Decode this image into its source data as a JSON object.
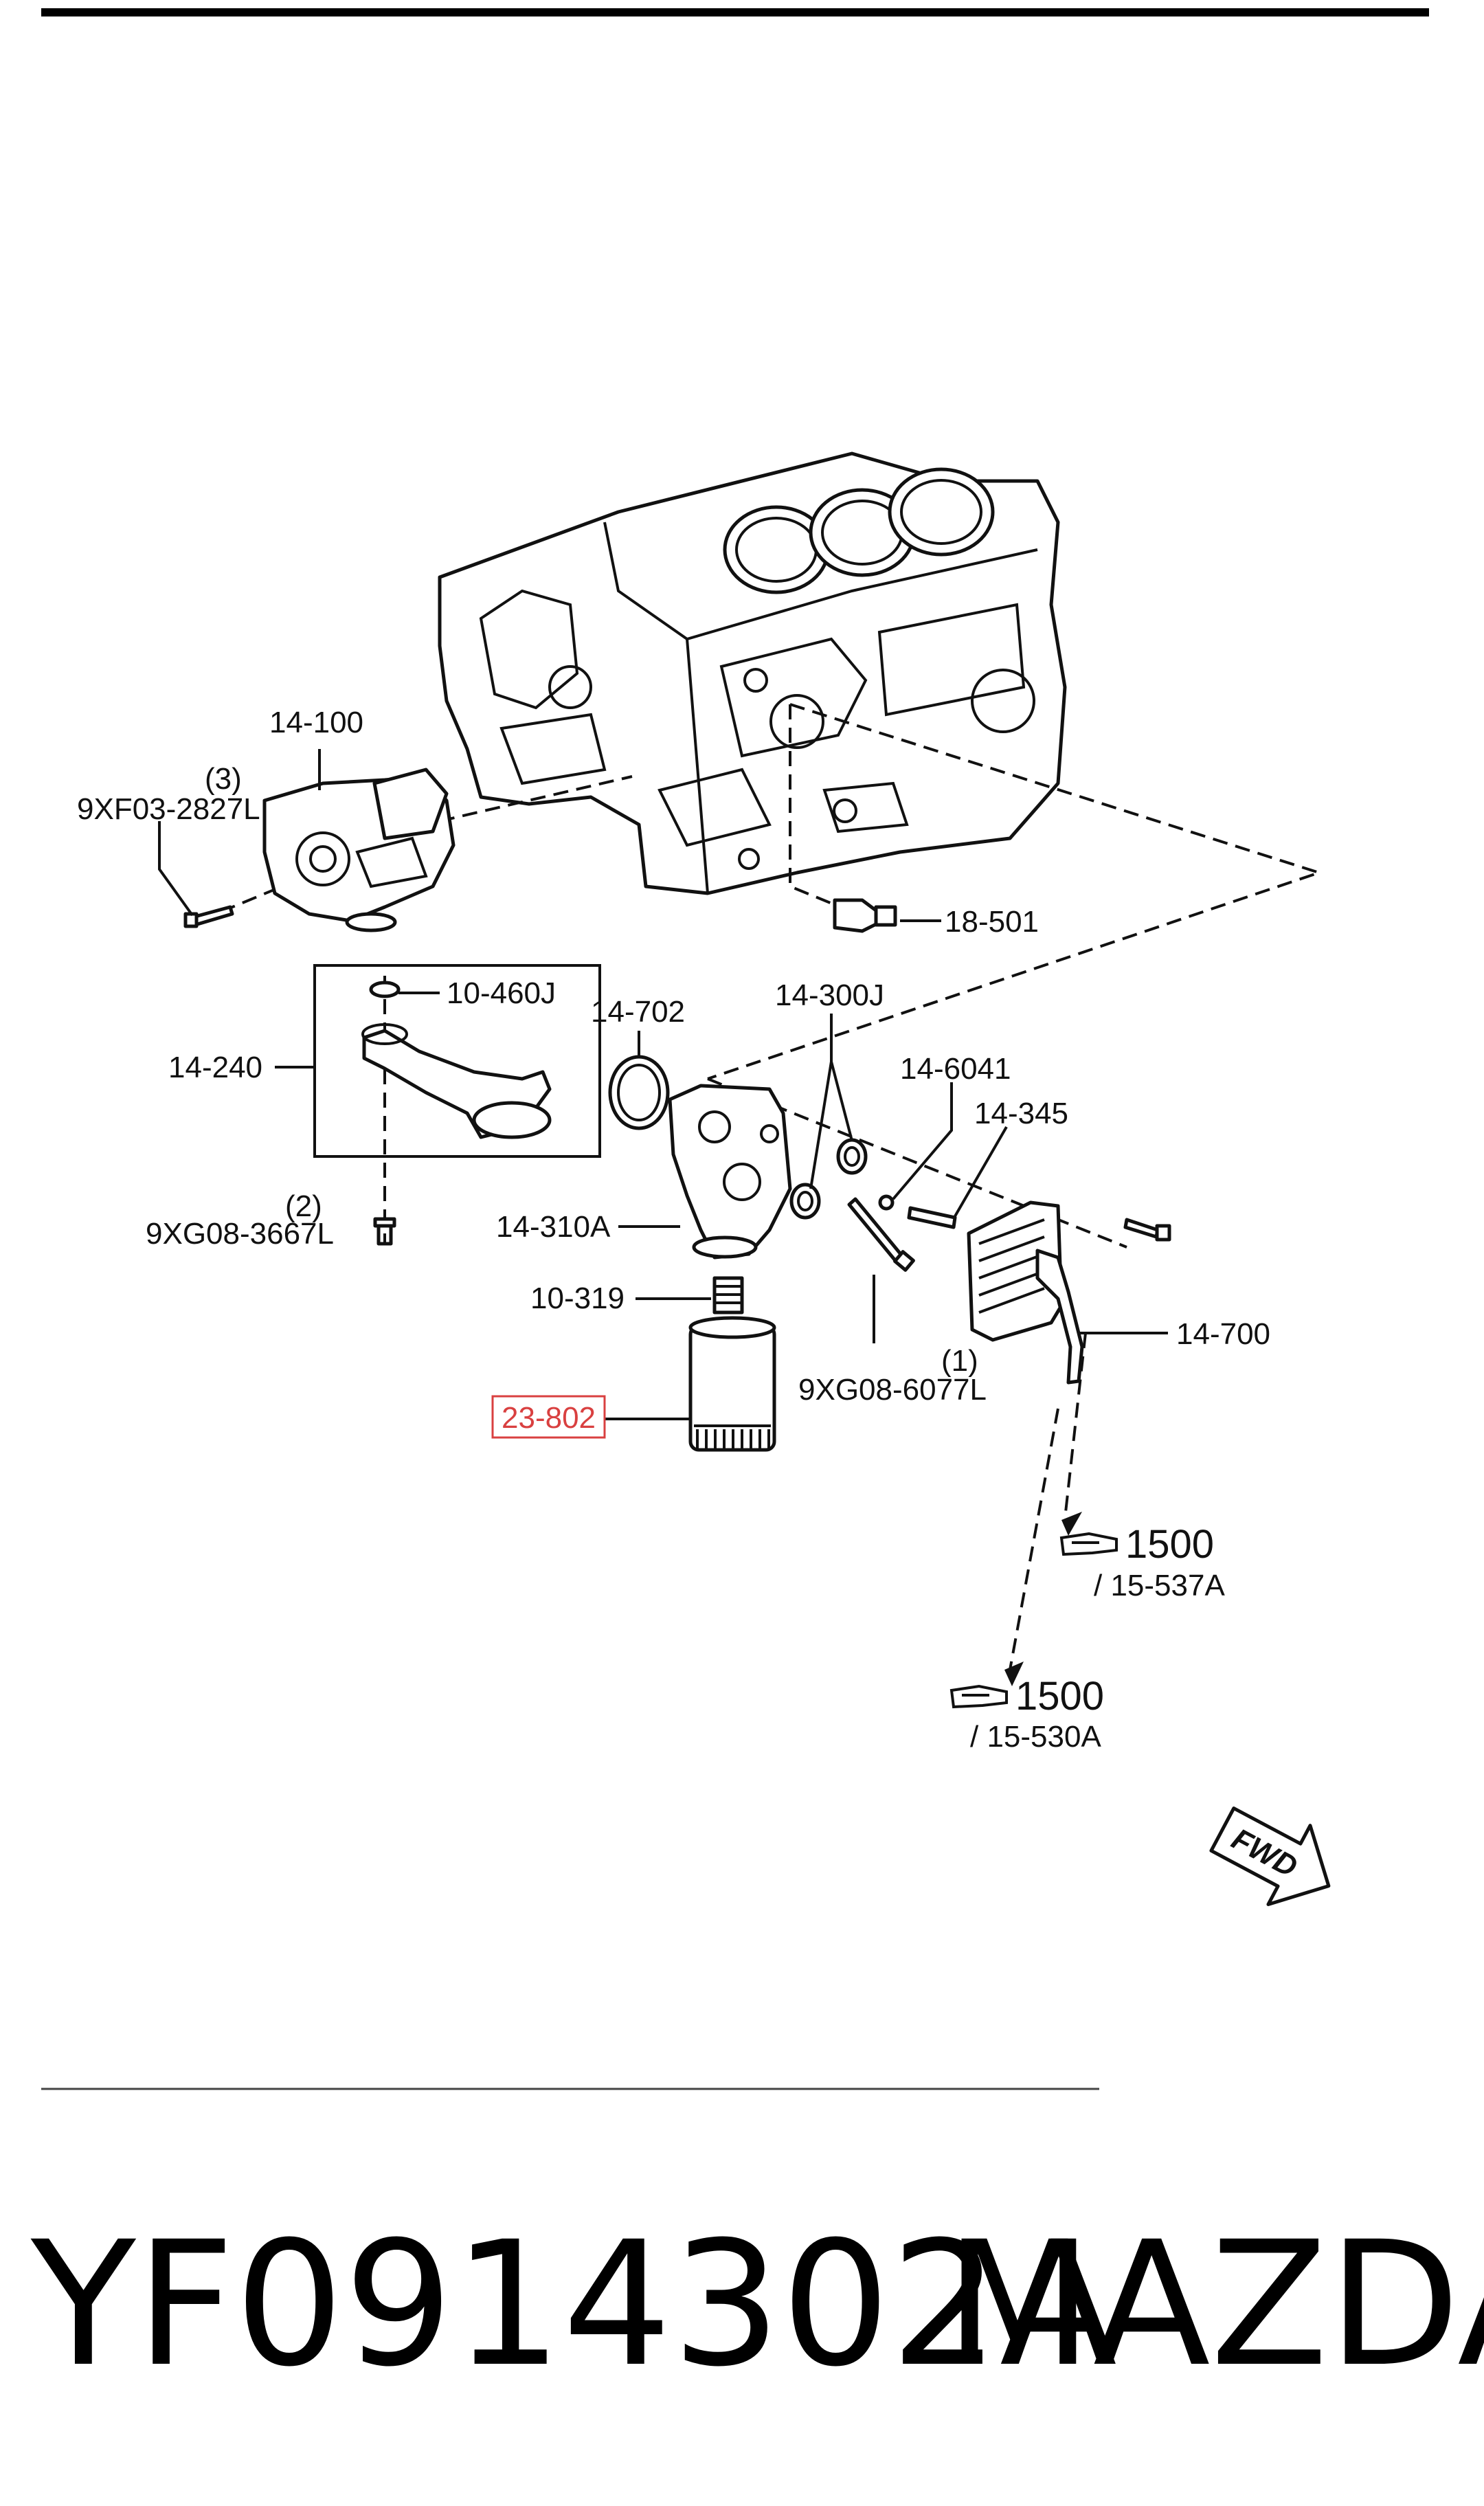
{
  "labels": {
    "oil_pump": "14-100",
    "bolt_9xf03_qty": "(3)",
    "bolt_9xf03": "9XF03-2827L",
    "oil_pressure_switch": "18-501",
    "gasket_10_460j": "10-460J",
    "strainer": "14-240",
    "bolt_9xg08_3667_qty": "(2)",
    "bolt_9xg08_3667": "9XG08-3667L",
    "o_ring_14_702": "14-702",
    "gasket_14_300j": "14-300J",
    "bolt_14_6041": "14-6041",
    "pipe_14_345": "14-345",
    "filter_body": "14-310A",
    "stud_10_319": "10-319",
    "oil_filter": "23-802",
    "bolt_9xg08_6077_qty": "(1)",
    "bolt_9xg08_6077": "9XG08-6077L",
    "oil_cooler": "14-700",
    "ref1_code": "1500",
    "ref1_sub": "/ 15-537A",
    "ref2_code": "1500",
    "ref2_sub": "/ 15-530A",
    "fwd": "FWD"
  },
  "caption": {
    "part_number": "YF0914302A",
    "brand": "MAZDA"
  },
  "highlight_color": "#d94040"
}
